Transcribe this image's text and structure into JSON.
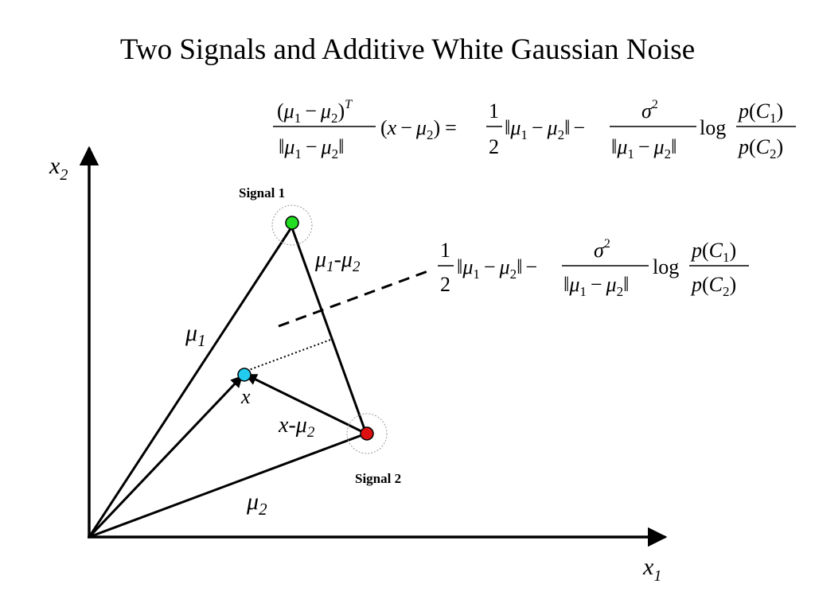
{
  "title": "Two Signals and Additive White Gaussian Noise",
  "colors": {
    "signal1": "#22dd22",
    "signal2": "#dd1111",
    "x_point": "#22ccee",
    "ink": "#000000",
    "halo": "#999999"
  },
  "axes": {
    "x_label": "x",
    "x_sub": "1",
    "y_label": "x",
    "y_sub": "2"
  },
  "points": {
    "signal1_label": "Signal 1",
    "signal2_label": "Signal 2",
    "x_label": "x"
  },
  "vectors": {
    "mu": "μ",
    "one": "1",
    "two": "2",
    "minus": "-",
    "x": "x"
  },
  "equation": {
    "open_paren": "(",
    "close_paren": ")",
    "mu": "μ",
    "sub1": "1",
    "sub2": "2",
    "minus": "−",
    "sup_T": "T",
    "norm_bar": "‖",
    "x": "x",
    "equals": "=",
    "one": "1",
    "two": "2",
    "sigma": "σ",
    "sup2": "2",
    "log": "log",
    "p": "p",
    "C": "C"
  }
}
